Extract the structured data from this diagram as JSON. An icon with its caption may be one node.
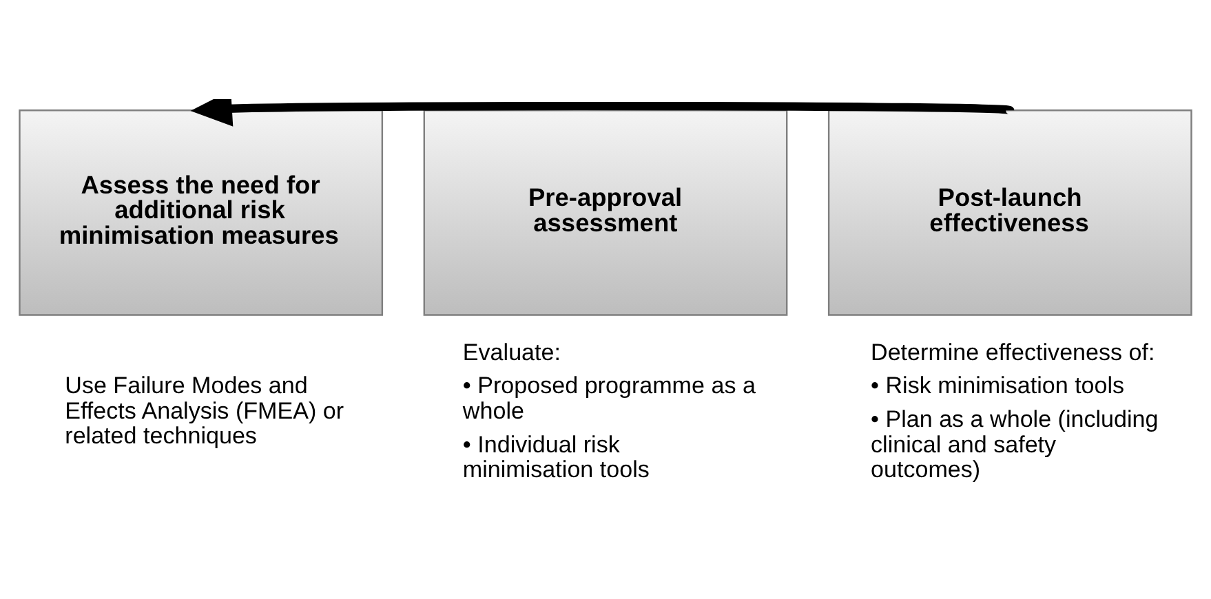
{
  "diagram": {
    "nodes": [
      {
        "text": [
          "Assess the need for additional risk minimisation measures"
        ],
        "beside": [
          "Use Failure Modes and Effects Analysis (FMEA) or related techniques"
        ]
      },
      {
        "text": [
          "Pre-approval assessment"
        ],
        "beside": [
          "Evaluate:",
          "• Proposed programme as a whole",
          "• Individual risk minimisation tools"
        ]
      },
      {
        "text": [
          "Post-launch effectiveness"
        ],
        "beside": [
          "Determine effectiveness of:",
          "• Risk minimisation tools",
          "• Plan as a whole (including clinical and safety outcomes)"
        ]
      }
    ],
    "edges": [
      {
        "from": 2,
        "to": 0,
        "arrow": "to"
      }
    ]
  }
}
